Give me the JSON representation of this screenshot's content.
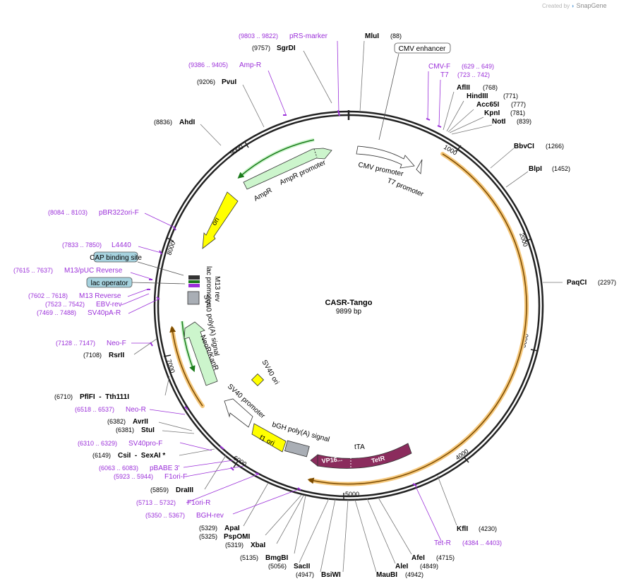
{
  "credit": {
    "prefix": "Created by",
    "brand": "SnapGene"
  },
  "plasmid": {
    "name": "CASR-Tango",
    "length": "9899 bp"
  },
  "colors": {
    "backbone": "#222222",
    "primer": "#9b30d9",
    "orf_glow": "#f5c77a",
    "orf_line": "#7a4a00",
    "ampr": "#ccf5cc",
    "neo": "#ccf5cc",
    "ori": "#ffff00",
    "tta": "#8b2c5d",
    "lac_box": "#a6d2de",
    "grey": "#a9aeb5"
  },
  "ticks": [
    "1000",
    "2000",
    "3000",
    "4000",
    "5000",
    "6000",
    "7000",
    "8000",
    "9000"
  ],
  "enzymes": [
    {
      "name": "MluI",
      "pos": "(88)"
    },
    {
      "name": "SgrDI",
      "pos": "(9757)"
    },
    {
      "name": "PvuI",
      "pos": "(9206)"
    },
    {
      "name": "AhdI",
      "pos": "(8836)"
    },
    {
      "name": "AflII",
      "pos": "(768)"
    },
    {
      "name": "HindIII",
      "pos": "(771)"
    },
    {
      "name": "Acc65I",
      "pos": "(777)"
    },
    {
      "name": "KpnI",
      "pos": "(781)"
    },
    {
      "name": "NotI",
      "pos": "(839)"
    },
    {
      "name": "BbvCI",
      "pos": "(1266)"
    },
    {
      "name": "BlpI",
      "pos": "(1452)"
    },
    {
      "name": "PaqCI",
      "pos": "(2297)"
    },
    {
      "name": "KflI",
      "pos": "(4230)"
    },
    {
      "name": "AfeI",
      "pos": "(4715)"
    },
    {
      "name": "AleI",
      "pos": "(4849)"
    },
    {
      "name": "MauBI",
      "pos": "(4942)"
    },
    {
      "name": "BsiWI",
      "pos": "(4947)"
    },
    {
      "name": "SacII",
      "pos": "(5056)"
    },
    {
      "name": "BmgBI",
      "pos": "(5135)"
    },
    {
      "name": "XbaI",
      "pos": "(5319)"
    },
    {
      "name": "PspOMI",
      "pos": "(5325)"
    },
    {
      "name": "ApaI",
      "pos": "(5329)"
    },
    {
      "name": "DraIII",
      "pos": "(5859)"
    },
    {
      "name": "CsiI  -  SexAI *",
      "pos": "(6149)"
    },
    {
      "name": "StuI",
      "pos": "(6381)"
    },
    {
      "name": "AvrII",
      "pos": "(6382)"
    },
    {
      "name": "PflFI  -  Tth111I",
      "pos": "(6710)"
    },
    {
      "name": "RsrII",
      "pos": "(7108)"
    }
  ],
  "primers": [
    {
      "name": "pRS-marker",
      "pos": "(9803 .. 9822)"
    },
    {
      "name": "Amp-R",
      "pos": "(9386 .. 9405)"
    },
    {
      "name": "CMV-F",
      "pos": "(629 .. 649)"
    },
    {
      "name": "T7",
      "pos": "(723 .. 742)"
    },
    {
      "name": "pBR322ori-F",
      "pos": "(8084 .. 8103)"
    },
    {
      "name": "L4440",
      "pos": "(7833 .. 7850)"
    },
    {
      "name": "M13/pUC Reverse",
      "pos": "(7615 .. 7637)"
    },
    {
      "name": "M13 Reverse",
      "pos": "(7602 .. 7618)"
    },
    {
      "name": "EBV-rev",
      "pos": "(7523 .. 7542)"
    },
    {
      "name": "SV40pA-R",
      "pos": "(7469 .. 7488)"
    },
    {
      "name": "Neo-F",
      "pos": "(7128 .. 7147)"
    },
    {
      "name": "Neo-R",
      "pos": "(6518 .. 6537)"
    },
    {
      "name": "SV40pro-F",
      "pos": "(6310 .. 6329)"
    },
    {
      "name": "pBABE 3'",
      "pos": "(6063 .. 6083)"
    },
    {
      "name": "F1ori-F",
      "pos": "(5923 .. 5944)"
    },
    {
      "name": "F1ori-R",
      "pos": "(5713 .. 5732)"
    },
    {
      "name": "BGH-rev",
      "pos": "(5350 .. 5367)"
    },
    {
      "name": "Tet-R",
      "pos": "(4384 .. 4403)"
    }
  ],
  "boxed_features": [
    "CMV enhancer",
    "CAP binding site",
    "lac operator"
  ],
  "features": {
    "ampr_a": "AmpR",
    "ampr_b": "AmpR promoter",
    "ori": "ori",
    "cmv_promoter": "CMV promoter",
    "t7_promoter": "T7 promoter",
    "lac_promoter": "lac promoter",
    "m13_rev": "M13 rev",
    "sv40_polya": "SV40 poly(A) signal",
    "neo": "NeoR/KanR",
    "sv40_ori": "SV40 ori",
    "sv40_promoter": "SV40 promoter",
    "f1_ori": "f1 ori",
    "bgh_polya": "bGH poly(A) signal",
    "tta": "tTA",
    "vp16": "VP16...",
    "tetr": "TetR"
  }
}
